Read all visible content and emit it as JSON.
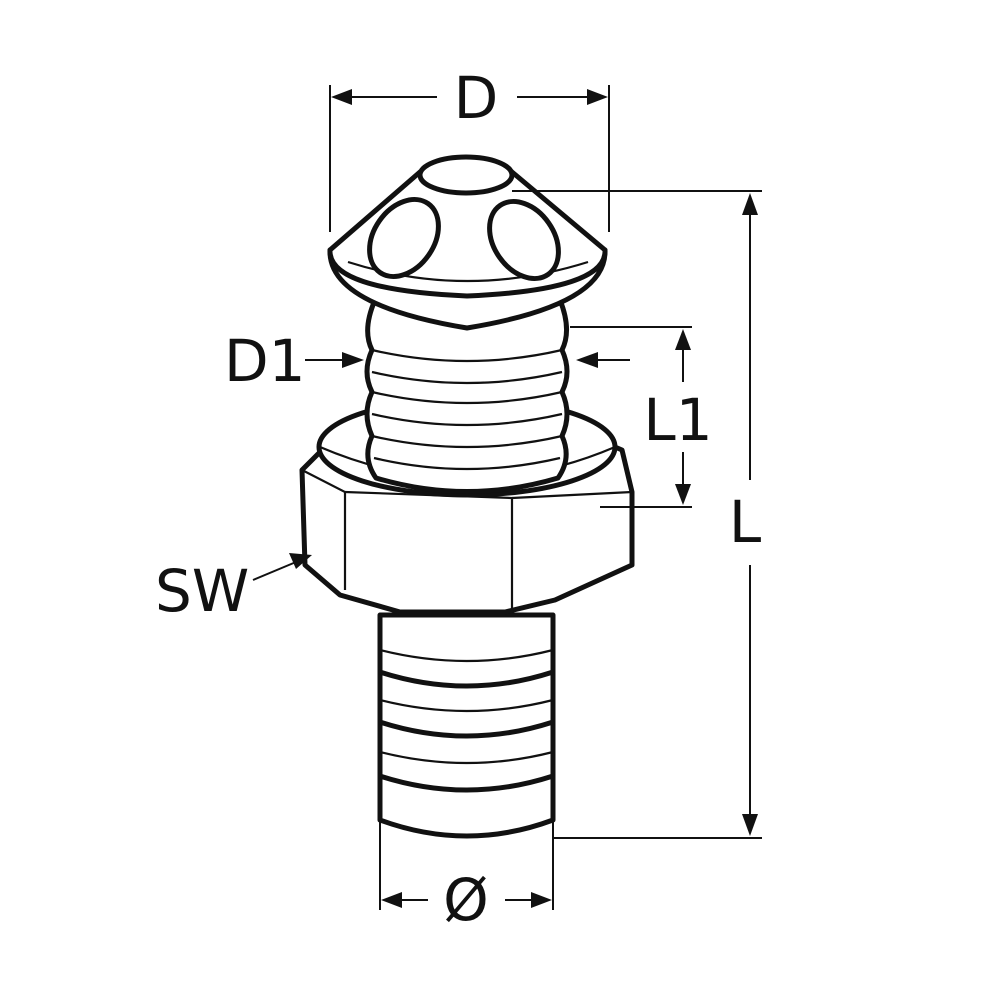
{
  "labels": {
    "outer_diameter": "D",
    "thread_diameter": "D1",
    "thread_length": "L1",
    "total_length": "L",
    "wrench_size": "SW",
    "hose_diameter": "Ø"
  }
}
